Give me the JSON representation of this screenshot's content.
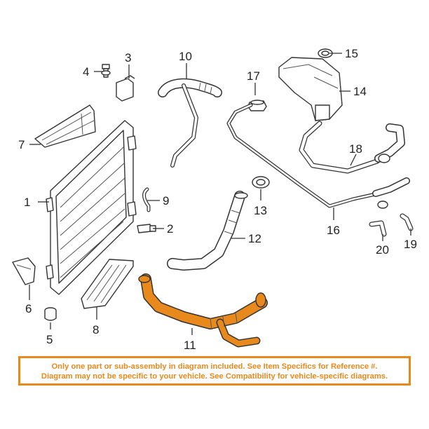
{
  "callouts": {
    "c1": "1",
    "c2": "2",
    "c3": "3",
    "c4": "4",
    "c5": "5",
    "c6": "6",
    "c7": "7",
    "c8": "8",
    "c9": "9",
    "c10": "10",
    "c11": "11",
    "c12": "12",
    "c13": "13",
    "c14": "14",
    "c15": "15",
    "c16": "16",
    "c17": "17",
    "c18": "18",
    "c19": "19",
    "c20": "20"
  },
  "disclaimer": {
    "line1": "Only one part or sub-assembly in diagram included. See Item Specifics for Reference #.",
    "line2": "Diagram may not be specific to your vehicle. See Compatibility for vehicle-specific diagrams."
  },
  "colors": {
    "highlight": "#e8891e",
    "disclaimer_text": "#e8891e",
    "disclaimer_border": "#e8891e",
    "line_art": "#333333"
  }
}
